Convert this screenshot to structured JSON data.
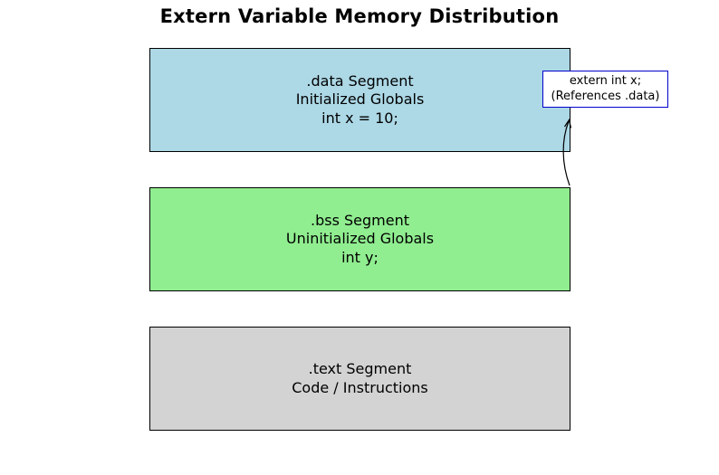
{
  "title": "Extern Variable Memory Distribution",
  "colors": {
    "data_segment": "#add8e6",
    "bss_segment": "#90ee90",
    "text_segment": "#d3d3d3",
    "note_border": "#0000cc"
  },
  "segments": [
    {
      "lines": [
        ".data Segment",
        "Initialized Globals",
        "int x = 10;"
      ]
    },
    {
      "lines": [
        ".bss Segment",
        "Uninitialized Globals",
        "int y;"
      ]
    },
    {
      "lines": [
        ".text Segment",
        "Code / Instructions"
      ]
    }
  ],
  "note": {
    "lines": [
      "extern int x;",
      "(References .data)"
    ]
  }
}
